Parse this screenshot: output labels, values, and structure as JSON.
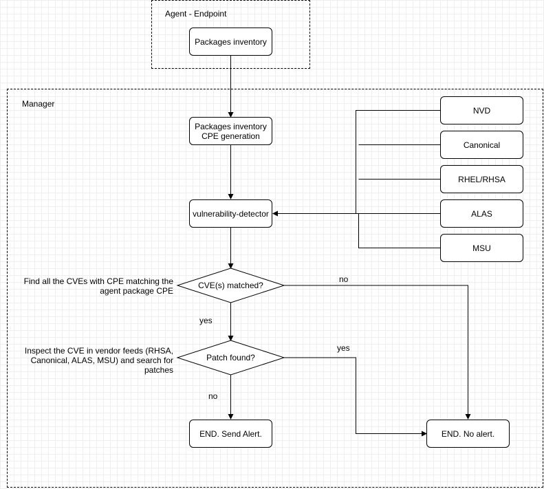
{
  "groups": {
    "agent": "Agent - Endpoint",
    "manager": "Manager"
  },
  "nodes": {
    "packages_inventory": "Packages inventory",
    "cpe_generation": "Packages inventory\nCPE generation",
    "vulnerability_detector": "vulnerability-detector",
    "cve_matched": "CVE(s) matched?",
    "patch_found": "Patch found?",
    "end_send_alert": "END. Send Alert.",
    "end_no_alert": "END. No alert."
  },
  "feeds": [
    "NVD",
    "Canonical",
    "RHEL/RHSA",
    "ALAS",
    "MSU"
  ],
  "notes": {
    "cve_match_note": "Find all the CVEs with CPE matching the\nagent package CPE",
    "patch_note": "Inspect the CVE in vendor feeds (RHSA,\nCanonical, ALAS, MSU) and search for\npatches"
  },
  "edge_labels": {
    "cve_no": "no",
    "cve_yes": "yes",
    "patch_yes": "yes",
    "patch_no": "no"
  }
}
